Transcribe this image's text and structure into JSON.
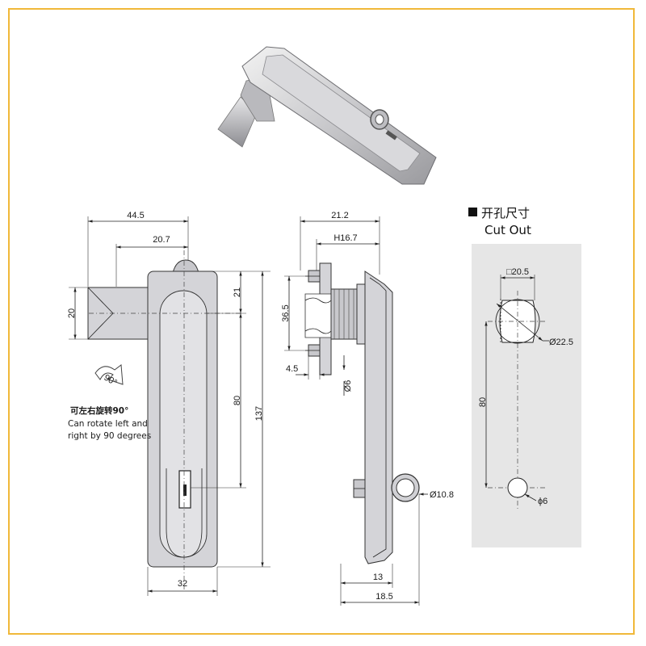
{
  "colors": {
    "frame_border": "#f0b83a",
    "part_fill": "#d4d4d8",
    "cutout_panel": "#e6e6e6",
    "line": "#222222"
  },
  "icons": {
    "product_photo": "latch-handle-photo-icon",
    "rotate_arrow": "rotate-arrow-icon",
    "cutout_bullet": "black-square-icon"
  },
  "front_view": {
    "dim_width_total": "44.5",
    "dim_offset": "20.7",
    "dim_lever_height": "20",
    "dim_top": "21",
    "dim_center": "80",
    "dim_height_total": "137",
    "dim_body_width": "32",
    "rotate_angle": "90°",
    "note_cn": "可左右旋转90°",
    "note_en_line1": "Can rotate left and",
    "note_en_line2": "right by 90 degrees"
  },
  "side_view": {
    "dim_depth_total": "21.2",
    "dim_h": "H16.7",
    "dim_thread": "36.5",
    "dim_plate": "4.5",
    "dim_hole": "Ø6",
    "dim_ring": "Ø10.8",
    "dim_bottom_1": "13",
    "dim_bottom_2": "18.5"
  },
  "cutout": {
    "title_cn": "开孔尺寸",
    "title_en": "Cut Out",
    "dim_square": "□20.5",
    "dim_circle": "Ø22.5",
    "dim_spacing": "80",
    "dim_small_hole": "ϕ6"
  }
}
